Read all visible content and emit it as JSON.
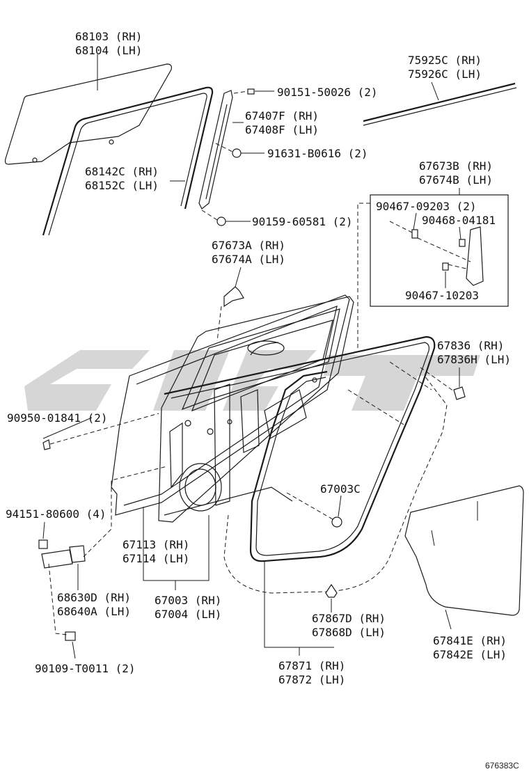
{
  "diagram": {
    "reference_code": "676383C",
    "watermark_color": "#d6d6d6",
    "callouts": [
      {
        "id": "glass",
        "line1": "68103 (RH)",
        "line2": "68104 (LH)"
      },
      {
        "id": "glass-run",
        "line1": "68142C (RH)",
        "line2": "68152C (LH)"
      },
      {
        "id": "screw-90151",
        "line1": "90151-50026 (2)"
      },
      {
        "id": "frame-garnish",
        "line1": "67407F (RH)",
        "line2": "67408F (LH)"
      },
      {
        "id": "nut-91631",
        "line1": "91631-B0616 (2)"
      },
      {
        "id": "bolt-90159",
        "line1": "90159-60581 (2)"
      },
      {
        "id": "belt-molding",
        "line1": "75925C (RH)",
        "line2": "75926C (LH)"
      },
      {
        "id": "cover-67673b",
        "line1": "67673B (RH)",
        "line2": "67674B (LH)"
      },
      {
        "id": "clip-90467-09203",
        "line1": "90467-09203 (2)"
      },
      {
        "id": "clip-90468",
        "line1": "90468-04181"
      },
      {
        "id": "clip-90467-10203",
        "line1": "90467-10203"
      },
      {
        "id": "cover-67673a",
        "line1": "67673A (RH)",
        "line2": "67674A (LH)"
      },
      {
        "id": "cushion-67836",
        "line1": "67836 (RH)",
        "line2": "67836H (LH)"
      },
      {
        "id": "plug-90950",
        "line1": "90950-01841 (2)"
      },
      {
        "id": "plug-67003c",
        "line1": "67003C"
      },
      {
        "id": "bolt-94151",
        "line1": "94151-80600 (4)"
      },
      {
        "id": "door-panel",
        "line1": "67113 (RH)",
        "line2": "67114 (LH)"
      },
      {
        "id": "door-assy",
        "line1": "67003 (RH)",
        "line2": "67004 (LH)"
      },
      {
        "id": "hinge",
        "line1": "68630D (RH)",
        "line2": "68640A (LH)"
      },
      {
        "id": "clip-67867d",
        "line1": "67867D (RH)",
        "line2": "67868D (LH)"
      },
      {
        "id": "service-hole-cover",
        "line1": "67841E (RH)",
        "line2": "67842E (LH)"
      },
      {
        "id": "bolt-90109",
        "line1": "90109-T0011 (2)"
      },
      {
        "id": "weatherstrip",
        "line1": "67871 (RH)",
        "line2": "67872 (LH)"
      }
    ]
  }
}
